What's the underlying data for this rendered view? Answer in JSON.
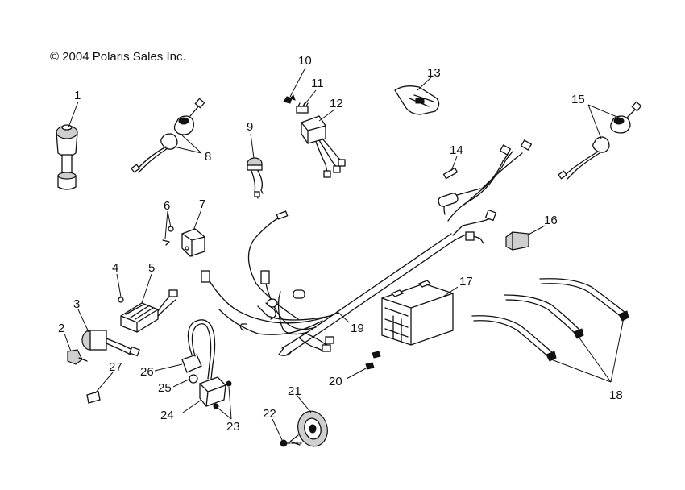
{
  "copyright": "© 2004 Polaris Sales Inc.",
  "labels": [
    "1",
    "2",
    "3",
    "4",
    "5",
    "6",
    "7",
    "8",
    "9",
    "10",
    "11",
    "12",
    "13",
    "14",
    "15",
    "16",
    "17",
    "18",
    "19",
    "20",
    "21",
    "22",
    "23",
    "24",
    "25",
    "26",
    "27"
  ]
}
